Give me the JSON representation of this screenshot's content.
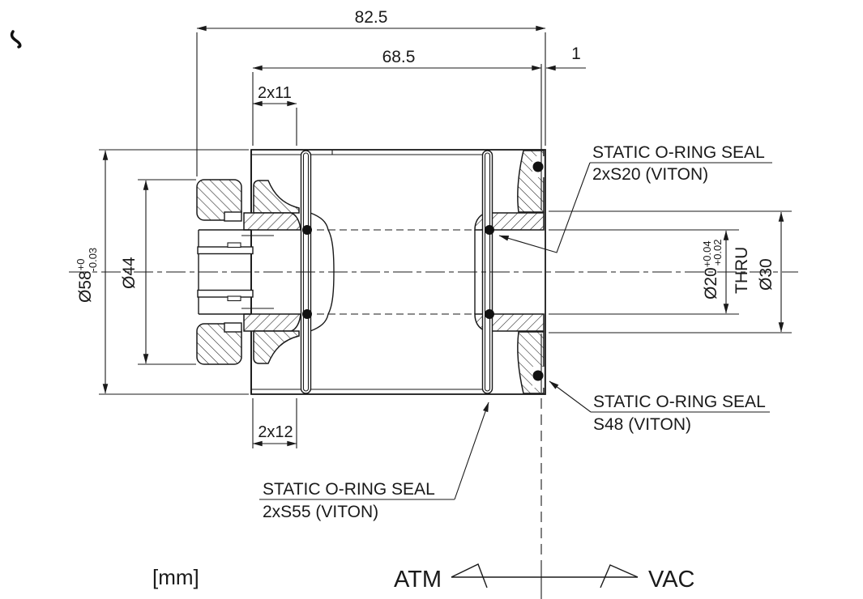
{
  "drawing": {
    "units_label": "[mm]",
    "flow_left_label": "ATM",
    "flow_right_label": "VAC",
    "dims": {
      "overall_length": "82.5",
      "body_length": "68.5",
      "flange_offset": "1",
      "top_grooves": "2x11",
      "bottom_grooves": "2x12",
      "dia58": "Ø58",
      "dia58_tol_upper": "+0",
      "dia58_tol_lower": "-0.03",
      "dia44": "Ø44",
      "dia20": "Ø20",
      "dia20_tol_upper": "+0.04",
      "dia20_tol_lower": "+0.02",
      "dia20_note": "THRU",
      "dia30": "Ø30"
    },
    "callouts": {
      "s20": {
        "line1": "STATIC O-RING SEAL",
        "line2": "2xS20  (VITON)"
      },
      "s48": {
        "line1": "STATIC O-RING SEAL",
        "line2": "S48  (VITON)"
      },
      "s55": {
        "line1": "STATIC O-RING SEAL",
        "line2": "2xS55  (VITON)"
      }
    },
    "colors": {
      "ink": "#1a1a1a",
      "paper": "#ffffff"
    }
  }
}
